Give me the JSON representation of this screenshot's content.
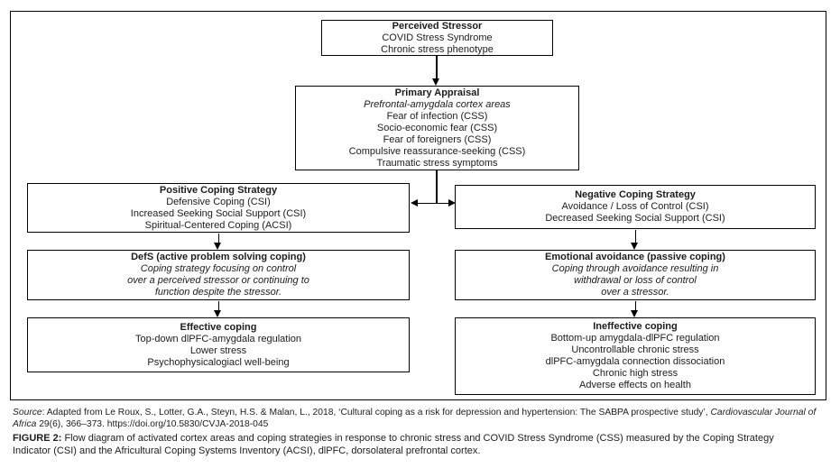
{
  "figure": {
    "boxes": {
      "perceived_stressor": {
        "title": "Perceived Stressor",
        "lines": [
          "COVID Stress Syndrome",
          "Chronic stress phenotype"
        ]
      },
      "primary_appraisal": {
        "title": "Primary Appraisal",
        "italic_line": "Prefrontal-amygdala cortex areas",
        "lines": [
          "Fear of infection (CSS)",
          "Socio-economic fear (CSS)",
          "Fear of foreigners (CSS)",
          "Compulsive reassurance-seeking (CSS)",
          "Traumatic stress symptoms"
        ]
      },
      "positive_coping": {
        "title": "Positive Coping Strategy",
        "lines": [
          "Defensive Coping (CSI)",
          "Increased Seeking Social Support (CSI)",
          "Spiritual-Centered Coping (ACSI)"
        ]
      },
      "negative_coping": {
        "title": "Negative Coping Strategy",
        "lines": [
          "Avoidance / Loss of Control (CSI)",
          "Decreased Seeking Social Support (CSI)"
        ]
      },
      "defs": {
        "title": "DefS (active problem solving coping)",
        "italic_lines": [
          "Coping strategy focusing on control",
          "over a perceived stressor or continuing to",
          "function despite the stressor."
        ]
      },
      "emotional_avoidance": {
        "title": "Emotional avoidance (passive coping)",
        "italic_lines": [
          "Coping through avoidance resulting in",
          "withdrawal or loss of control",
          "over a stressor."
        ]
      },
      "effective_coping": {
        "title": "Effective coping",
        "lines": [
          "Top-down dlPFC-amygdala regulation",
          "Lower stress",
          "Psychophysicalogiacl well-being"
        ]
      },
      "ineffective_coping": {
        "title": "Ineffective coping",
        "lines": [
          "Bottom-up amygdala-dlPFC regulation",
          "Uncontrollable chronic stress",
          "dlPFC-amygdala connection dissociation",
          "Chronic high stress",
          "Adverse effects on health"
        ]
      }
    }
  },
  "source": {
    "label": "Source",
    "text1": ": Adapted from Le Roux, S., Lotter, G.A., Steyn, H.S. & Malan, L., 2018, ‘Cultural coping as a risk for depression and hypertension: The SABPA prospective study’, ",
    "journal_line1": "Cardiovascular Journal of",
    "journal_line2": "Africa",
    "text2": " 29(6), 366–373. https://doi.org/10.5830/CVJA-2018-045"
  },
  "caption": {
    "label": "FIGURE 2:",
    "line1": " Flow diagram of activated cortex areas and coping strategies in response to chronic stress and COVID Stress Syndrome (CSS) measured by the Coping Strategy",
    "line2": "Indicator (CSI) and the Africultural Coping Systems Inventory (ACSI), dlPFC, dorsolateral prefrontal cortex."
  },
  "colors": {
    "border": "#000000",
    "text": "#1c1c1c"
  }
}
